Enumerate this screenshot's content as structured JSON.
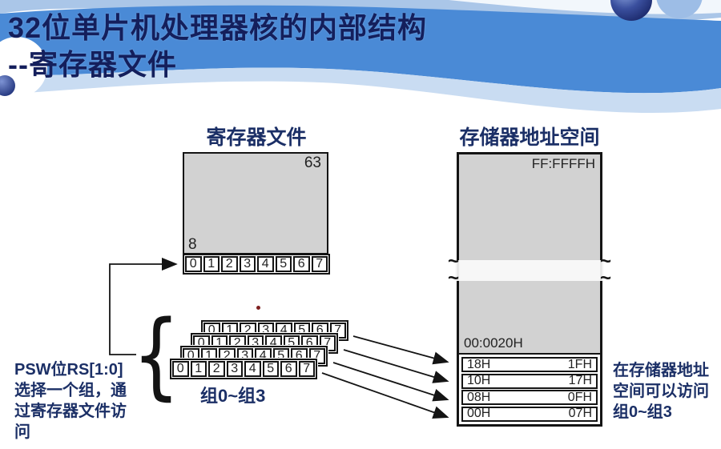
{
  "slide": {
    "title_line1": "32位单片机处理器核的内部结构",
    "title_line2": "--寄存器文件"
  },
  "register_file": {
    "label": "寄存器文件",
    "top_value": "63",
    "bottom_value": "8",
    "cells": [
      "0",
      "1",
      "2",
      "3",
      "4",
      "5",
      "6",
      "7"
    ]
  },
  "register_groups": {
    "cells": [
      "0",
      "1",
      "2",
      "3",
      "4",
      "5",
      "6",
      "7"
    ],
    "label": "组0~组3",
    "group_count": 4
  },
  "left_note": {
    "lines": [
      "PSW位RS[1:0]",
      "选择一个组，通",
      "过寄存器文件访",
      "问"
    ]
  },
  "memory": {
    "label": "存储器地址空间",
    "top_address": "FF:FFFFH",
    "bottom_address": "00:0020H",
    "break_mark": "~",
    "rows": [
      {
        "start": "18H",
        "end": "1FH"
      },
      {
        "start": "10H",
        "end": "17H"
      },
      {
        "start": "08H",
        "end": "0FH"
      },
      {
        "start": "00H",
        "end": "07H"
      }
    ]
  },
  "right_note": {
    "lines": [
      "在存储器地址",
      "空间可以访问",
      "组0~组3"
    ]
  },
  "decor": {
    "brace": "{"
  },
  "colors": {
    "title_navy": "#141f5c",
    "label_navy": "#1b2f66",
    "header_blue": "#4a8ad6",
    "header_light_strip": "#aac6e8",
    "header_wave": "#c9dcf2",
    "box_gray": "#d2d2d2",
    "line_black": "#141414"
  }
}
